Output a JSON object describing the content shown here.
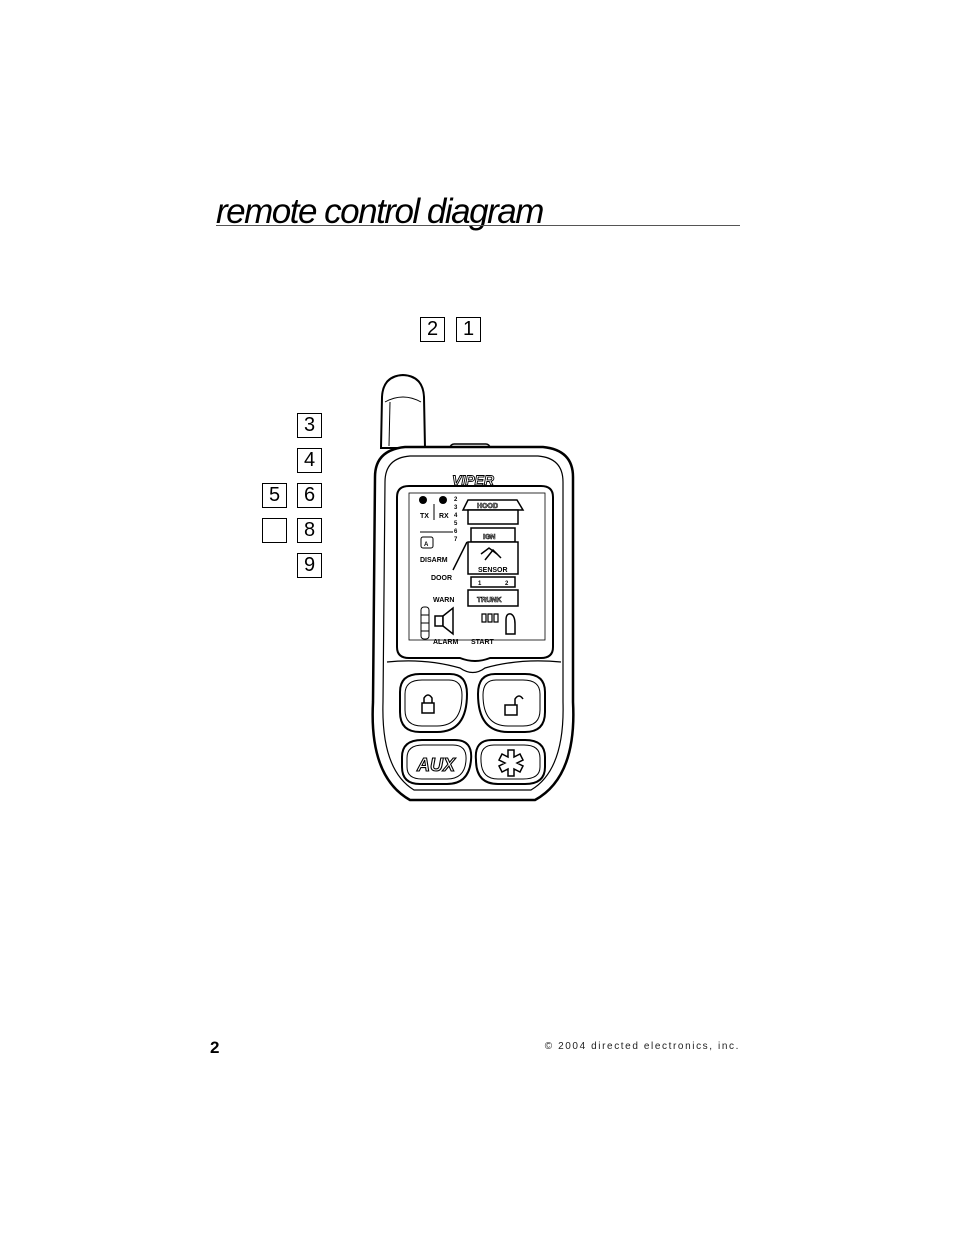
{
  "header": {
    "title": "remote control diagram"
  },
  "callouts": {
    "c2": "2",
    "c1": "1",
    "c3": "3",
    "c4": "4",
    "c5": "5",
    "c6": "6",
    "c7": "",
    "c8": "8",
    "c9": "9"
  },
  "remote": {
    "brand": "VIPER",
    "display": {
      "tx": "TX",
      "rx": "RX",
      "levels": [
        "2",
        "3",
        "4",
        "5",
        "6",
        "7"
      ],
      "hood": "HOOD",
      "ign": "IGN",
      "disarm": "DISARM",
      "door": "DOOR",
      "sensor": "SENSOR",
      "sensor_levels": [
        "1",
        "2"
      ],
      "warn": "WARN",
      "trunk": "TRUNK",
      "alarm": "ALARM",
      "start": "START",
      "aux_badge": "A"
    },
    "buttons": {
      "lock": "lock",
      "unlock": "unlock",
      "aux": "AUX",
      "star": "star"
    }
  },
  "footer": {
    "page_number": "2",
    "copyright": "© 2004 directed electronics, inc."
  }
}
